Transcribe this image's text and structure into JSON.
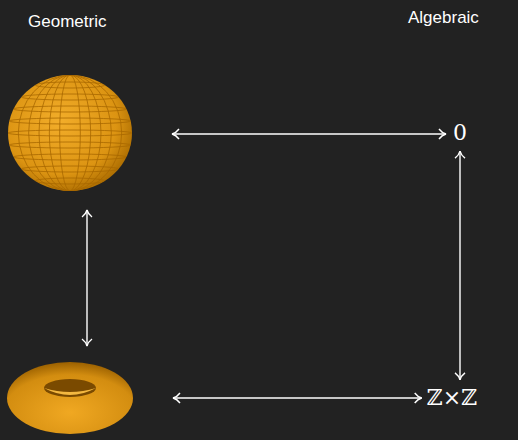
{
  "diagram": {
    "nodes": [
      {
        "text": []
      },
      {
        "text": [
          "0"
        ]
      },
      {
        "text": []
      },
      {
        "text": [
          "ℤ×ℤ"
        ]
      }
    ],
    "edges": [
      {
        "from": 0,
        "to": 1,
        "arrow": "both"
      },
      {
        "from": 0,
        "to": 2,
        "arrow": "both"
      },
      {
        "from": 1,
        "to": 3,
        "arrow": "both"
      },
      {
        "from": 2,
        "to": 3,
        "arrow": "both"
      }
    ],
    "labels": [
      "Geometric",
      "Algebraic"
    ]
  }
}
